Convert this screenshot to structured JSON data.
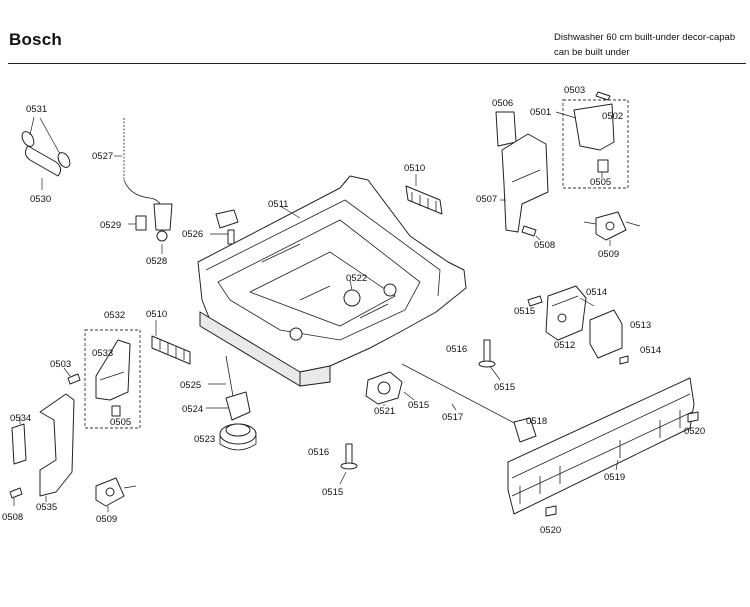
{
  "header": {
    "brand": "Bosch",
    "description_line1": "Dishwasher 60 cm built-under decor-capab",
    "description_line2": "can be built under"
  },
  "callouts": {
    "c0531": "0531",
    "c0530": "0530",
    "c0527": "0527",
    "c0529": "0529",
    "c0528": "0528",
    "c0526": "0526",
    "c0511": "0511",
    "c0510a": "0510",
    "c0510b": "0510",
    "c0522": "0522",
    "c0506": "0506",
    "c0501": "0501",
    "c0503a": "0503",
    "c0502": "0502",
    "c0505a": "0505",
    "c0507": "0507",
    "c0508a": "0508",
    "c0509a": "0509",
    "c0532": "0532",
    "c0533": "0533",
    "c0503b": "0503",
    "c0505b": "0505",
    "c0534": "0534",
    "c0535": "0535",
    "c0508b": "0508",
    "c0509b": "0509",
    "c0525": "0525",
    "c0524": "0524",
    "c0523": "0523",
    "c0516a": "0516",
    "c0515a": "0515",
    "c0516b": "0516",
    "c0515b": "0515",
    "c0521": "0521",
    "c0515c": "0515",
    "c0517": "0517",
    "c0518": "0518",
    "c0515d": "0515",
    "c0514a": "0514",
    "c0513": "0513",
    "c0512": "0512",
    "c0514b": "0514",
    "c0519": "0519",
    "c0520a": "0520",
    "c0520b": "0520"
  }
}
